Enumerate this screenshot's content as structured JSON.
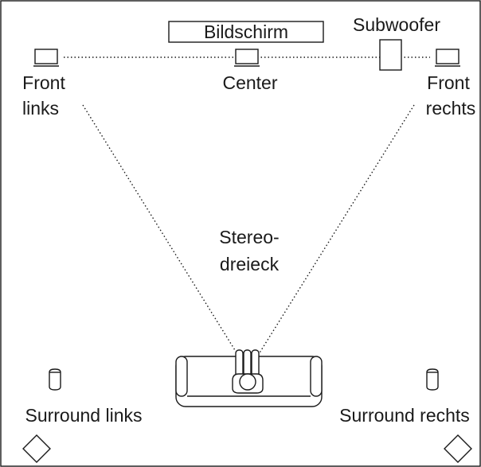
{
  "labels": {
    "screen": "Bildschirm",
    "subwoofer": "Subwoofer",
    "front_left_1": "Front",
    "front_left_2": "links",
    "center": "Center",
    "front_right_1": "Front",
    "front_right_2": "rechts",
    "triangle_1": "Stereo-",
    "triangle_2": "dreieck",
    "surround_left": "Surround links",
    "surround_right": "Surround rechts"
  },
  "colors": {
    "stroke": "#1a1a1a",
    "background": "#ffffff"
  }
}
